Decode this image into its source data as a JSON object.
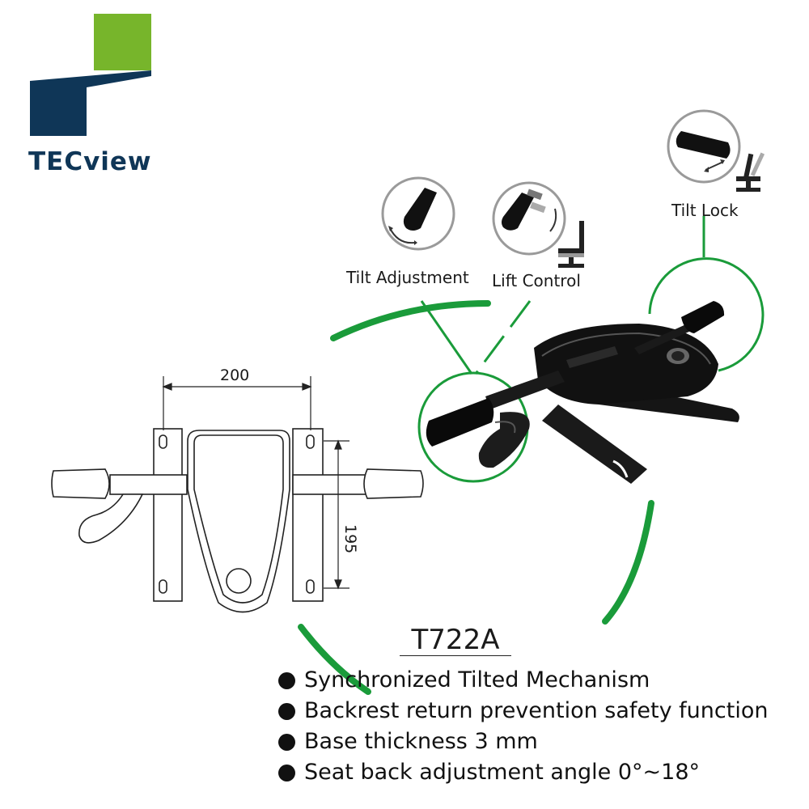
{
  "brand": {
    "name": "TECview",
    "colors": {
      "green": "#77b52b",
      "navy": "#0f3657"
    }
  },
  "callouts": {
    "tilt_adjustment": "Tilt Adjustment",
    "lift_control": "Lift Control",
    "tilt_lock": "Tilt Lock"
  },
  "dimensions": {
    "width": "200",
    "height": "195"
  },
  "product": {
    "model": "T722A",
    "features": [
      "Synchronized Tilted  Mechanism",
      "Backrest return prevention safety function",
      "Base thickness 3 mm",
      "Seat back adjustment angle 0°~18°"
    ]
  },
  "accent_color": "#1a9b3a"
}
